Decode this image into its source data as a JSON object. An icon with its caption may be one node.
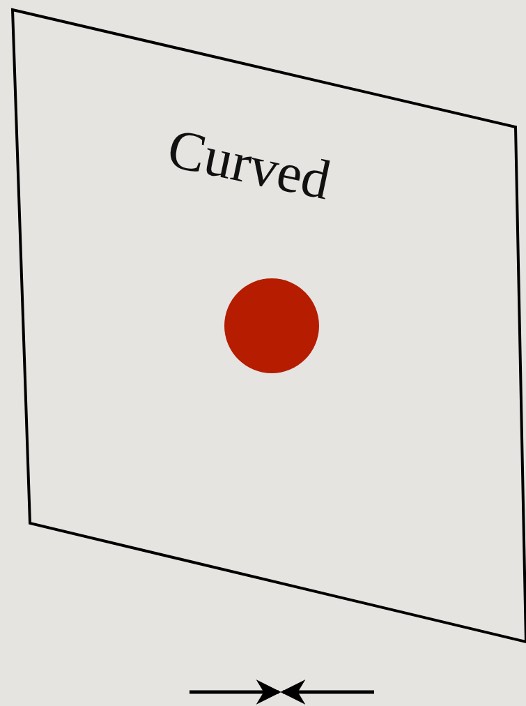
{
  "diagram": {
    "nodes": [
      {
        "text": [
          "Curved"
        ]
      },
      {
        "text": [],
        "shape": "circle",
        "in": 0
      }
    ]
  }
}
